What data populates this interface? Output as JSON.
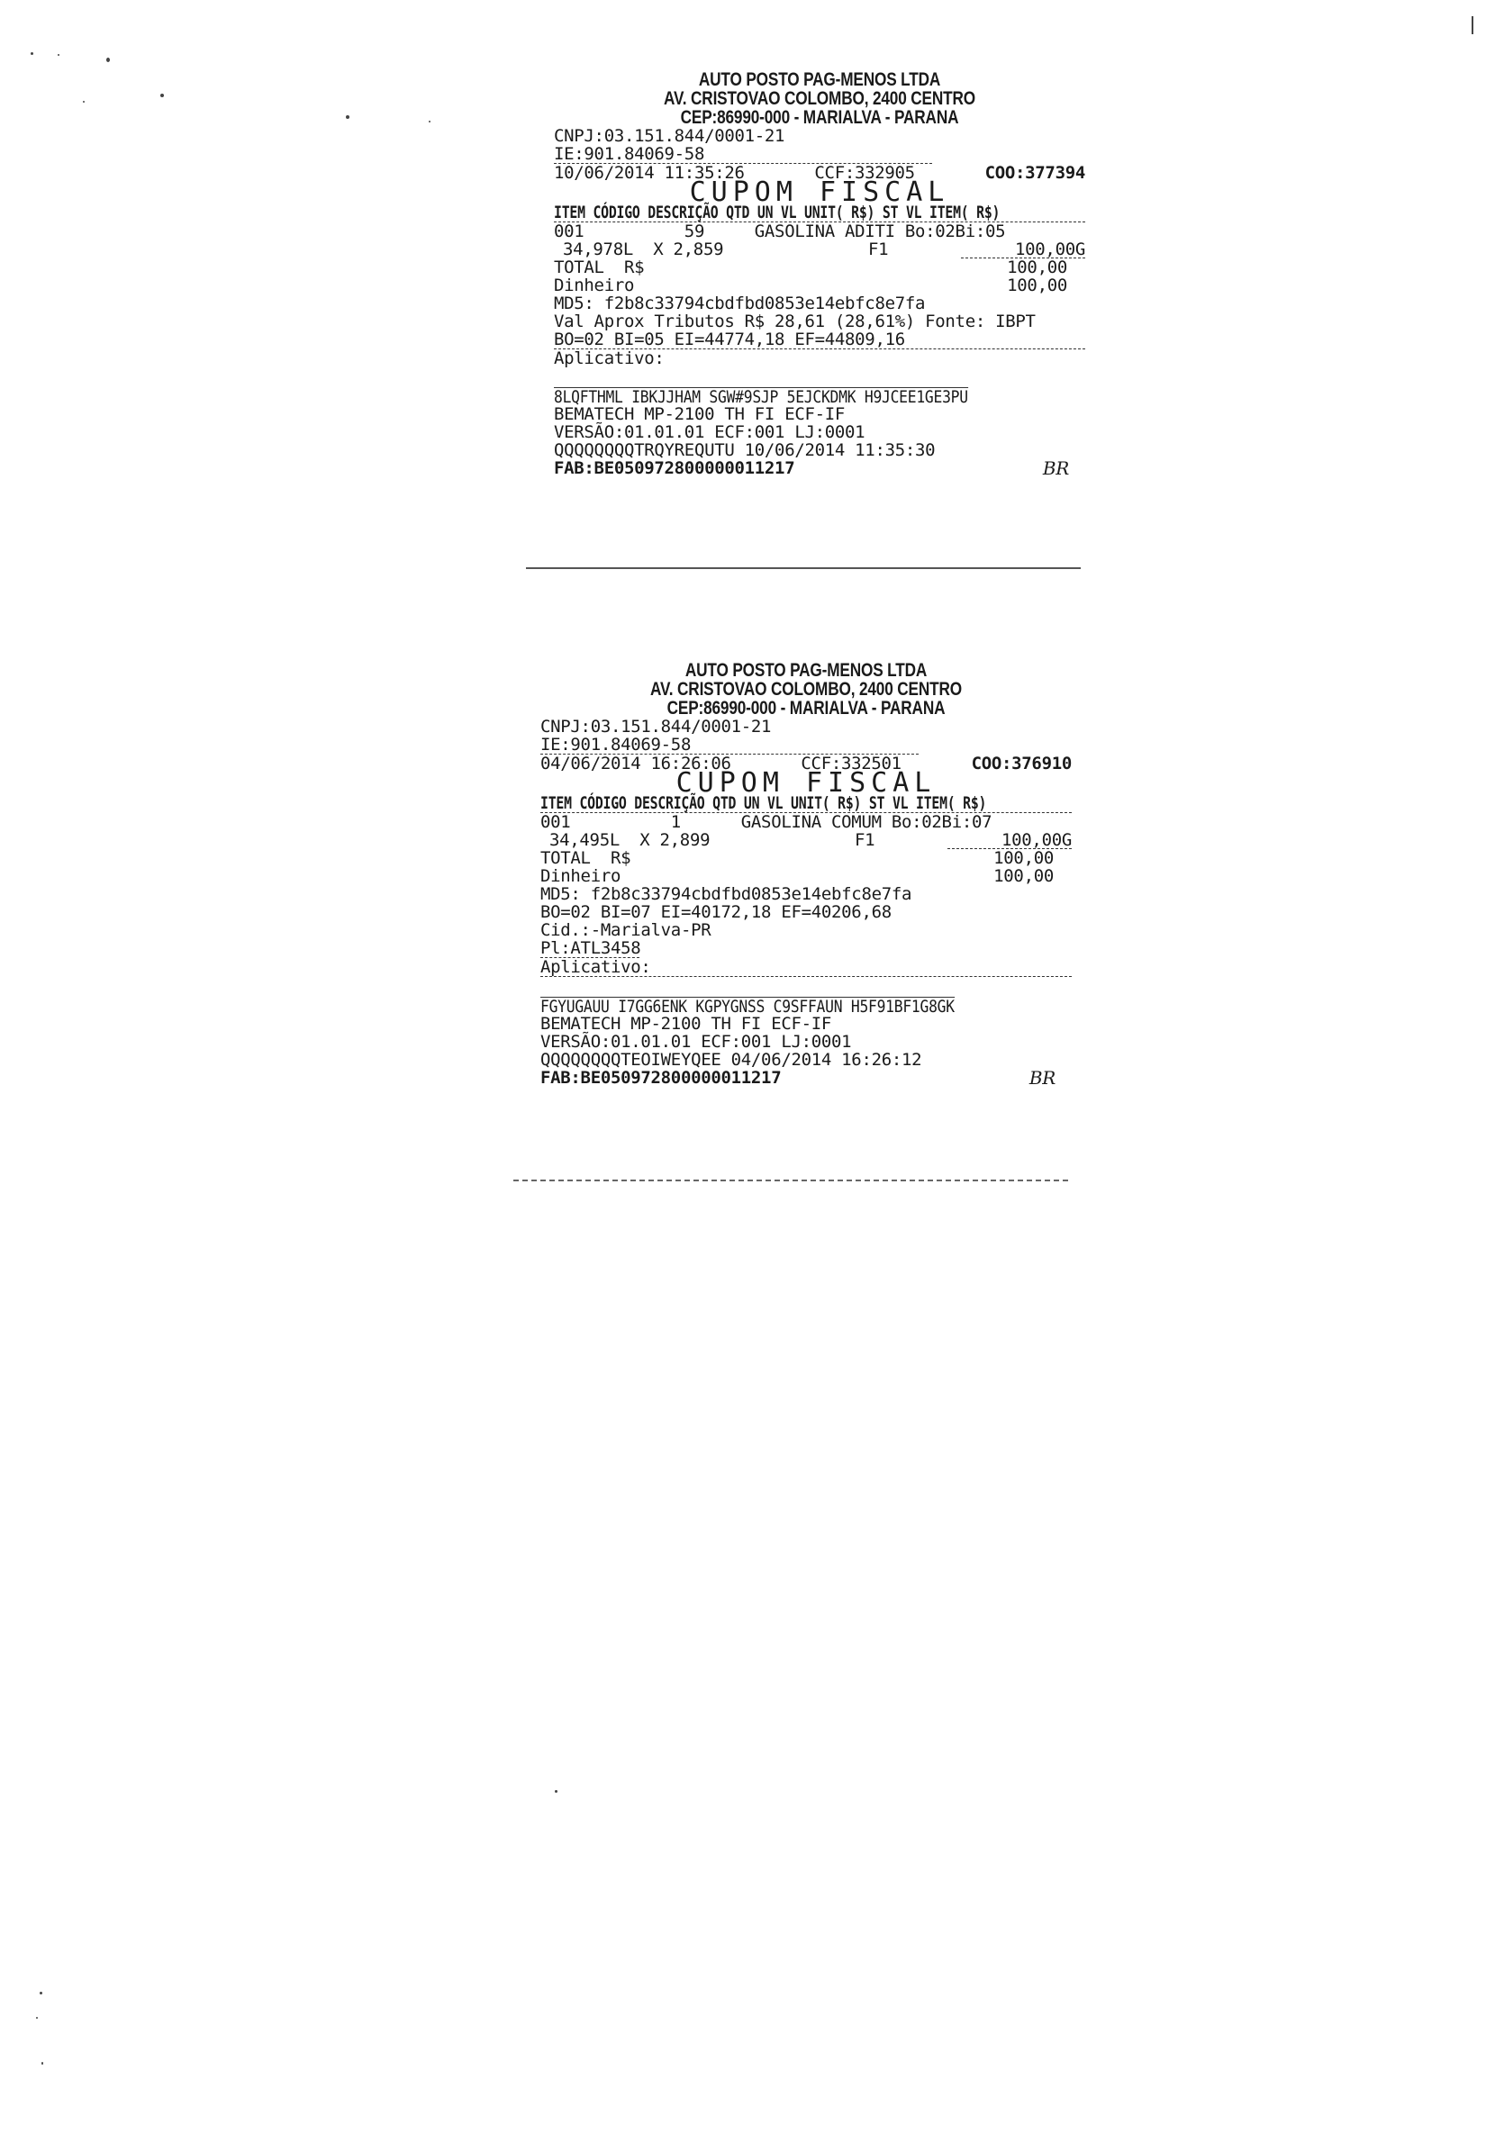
{
  "receipts": [
    {
      "company": "AUTO POSTO PAG-MENOS LTDA",
      "address": "AV. CRISTOVAO COLOMBO, 2400 CENTRO",
      "cep_city": "CEP:86990-000  -  MARIALVA - PARANA",
      "cnpj": "CNPJ:03.151.844/0001-21",
      "ie": "IE:901.84069-58",
      "datetime": "10/06/2014 11:35:26",
      "ccf": "CCF:332905",
      "coo": "COO:377394",
      "title": "CUPOM FISCAL",
      "col_header": "ITEM CÓDIGO DESCRIÇÃO QTD UN VL UNIT( R$) ST VL ITEM( R$)",
      "item_line": "001          59     GASOLINA ADITI Bo:02Bi:05",
      "qty_line": "34,978L  X 2,859",
      "qty_st": "F1",
      "qty_value": "100,00G",
      "total_label": "TOTAL  R$",
      "total_value": "100,00",
      "payment_label": "Dinheiro",
      "payment_value": "100,00",
      "md5": "MD5: f2b8c33794cbdfbd0853e14ebfc8e7fa",
      "tributos": "Val Aprox Tributos R$ 28,61 (28,61%) Fonte: IBPT",
      "bo_line": "BO=02 BI=05 EI=44774,18 EF=44809,16",
      "extra_lines": [],
      "aplicativo": "Aplicativo:",
      "hash_line": "8LQFTHML IBKJJHAM SGW#9SJP 5EJCKDMK H9JCEE1GE3PU",
      "bematech": "BEMATECH MP-2100 TH FI ECF-IF",
      "versao": "VERSÃO:01.01.01 ECF:001 LJ:0001",
      "serial_line": "QQQQQQQQTRQYREQUTU 10/06/2014 11:35:30",
      "fab": "FAB:BE050972800000011217",
      "br": "BR"
    },
    {
      "company": "AUTO POSTO PAG-MENOS LTDA",
      "address": "AV. CRISTOVAO COLOMBO, 2400 CENTRO",
      "cep_city": "CEP:86990-000  -  MARIALVA - PARANA",
      "cnpj": "CNPJ:03.151.844/0001-21",
      "ie": "IE:901.84069-58",
      "datetime": "04/06/2014 16:26:06",
      "ccf": "CCF:332501",
      "coo": "COO:376910",
      "title": "CUPOM FISCAL",
      "col_header": "ITEM CÓDIGO DESCRIÇÃO QTD UN VL UNIT( R$) ST VL ITEM( R$)",
      "item_line": "001          1      GASOLINA COMUM Bo:02Bi:07",
      "qty_line": "34,495L  X 2,899",
      "qty_st": "F1",
      "qty_value": "100,00G",
      "total_label": "TOTAL  R$",
      "total_value": "100,00",
      "payment_label": "Dinheiro",
      "payment_value": "100,00",
      "md5": "MD5: f2b8c33794cbdfbd0853e14ebfc8e7fa",
      "tributos": "",
      "bo_line": "BO=02 BI=07 EI=40172,18 EF=40206,68",
      "extra_lines": [
        "Cid.:-Marialva-PR",
        "Pl:ATL3458"
      ],
      "aplicativo": "Aplicativo:",
      "hash_line": "FGYUGAUU I7GG6ENK KGPYGNSS C9SFFAUN H5F91BF1G8GK",
      "bematech": "BEMATECH MP-2100 TH FI ECF-IF",
      "versao": "VERSÃO:01.01.01 ECF:001 LJ:0001",
      "serial_line": "QQQQQQQQTEOIWEYQEE 04/06/2014 16:26:12",
      "fab": "FAB:BE050972800000011217",
      "br": "BR"
    }
  ]
}
